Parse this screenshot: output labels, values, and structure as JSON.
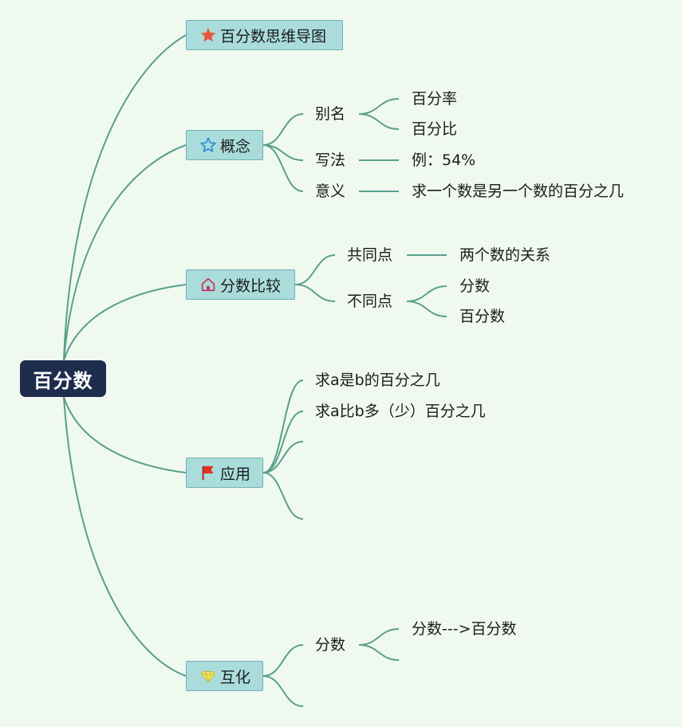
{
  "root": {
    "label": "百分数"
  },
  "branches": {
    "title": {
      "label": "百分数思维导图",
      "icon": "star-filled-icon",
      "icon_color": "#e8573a"
    },
    "concept": {
      "label": "概念",
      "icon": "star-outline-icon",
      "icon_color": "#2a8ad8"
    },
    "compare": {
      "label": "分数比较",
      "icon": "house-icon",
      "icon_color": "#c8305a"
    },
    "apply": {
      "label": "应用",
      "icon": "flag-icon",
      "icon_color": "#e03222"
    },
    "convert": {
      "label": "互化",
      "icon": "diamond-icon",
      "icon_color": "#e6d83a"
    }
  },
  "concept": {
    "alias": {
      "label": "别名",
      "items": [
        "百分率",
        "百分比"
      ]
    },
    "notation": {
      "label": "写法",
      "value": "例：54%"
    },
    "meaning": {
      "label": "意义",
      "value": "求一个数是另一个数的百分之几"
    }
  },
  "compare": {
    "same": {
      "label": "共同点",
      "value": "两个数的关系"
    },
    "diff": {
      "label": "不同点",
      "items": [
        "分数",
        "百分数"
      ]
    }
  },
  "apply": {
    "items": [
      "求a是b的百分之几",
      "求a比b多（少）百分之几",
      "",
      ""
    ]
  },
  "convert": {
    "fraction": {
      "label": "分数",
      "items": [
        "分数--->百分数",
        ""
      ]
    },
    "empty": ""
  },
  "colors": {
    "line": "#5a9e8e",
    "node_fill": "#a9dcdb",
    "root_fill": "#1e2d4e",
    "background": "#f0f9ef"
  }
}
